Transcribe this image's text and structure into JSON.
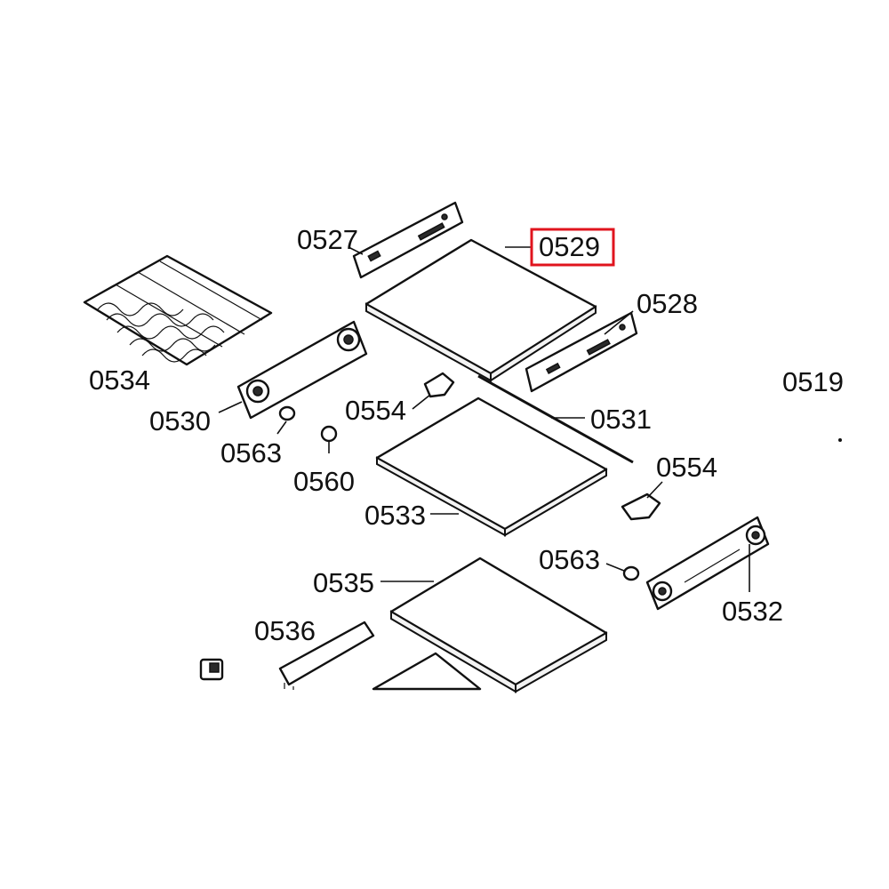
{
  "callouts": {
    "c0527": "0527",
    "c0529": "0529",
    "c0528": "0528",
    "c0534": "0534",
    "c0519": "0519",
    "c0530": "0530",
    "c0554a": "0554",
    "c0531": "0531",
    "c0563a": "0563",
    "c0560": "0560",
    "c0554b": "0554",
    "c0533": "0533",
    "c0563b": "0563",
    "c0535": "0535",
    "c0532": "0532",
    "c0536": "0536"
  },
  "highlighted_part": "0529",
  "colors": {
    "highlight": "#e0141e",
    "line": "#111111",
    "background": "#ffffff"
  }
}
